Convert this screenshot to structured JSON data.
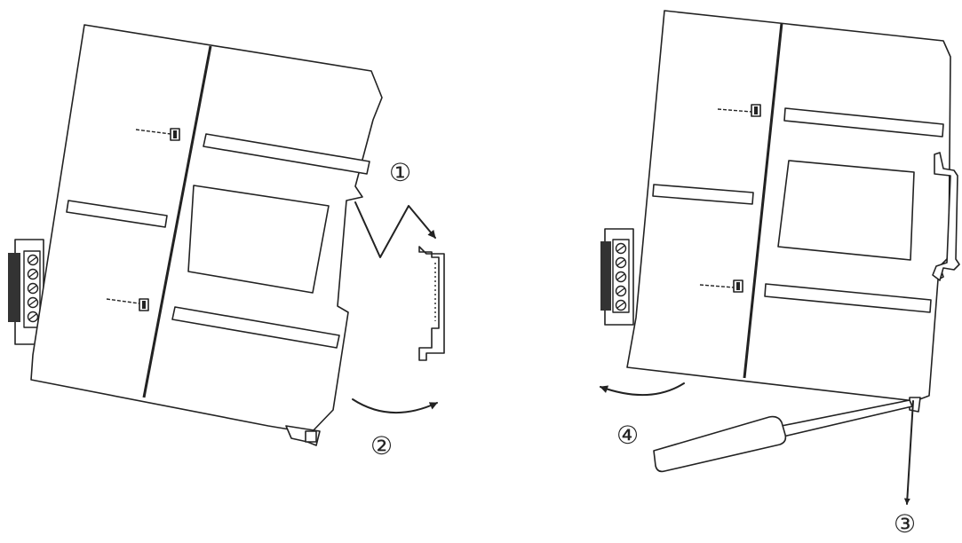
{
  "figure": {
    "steps": [
      {
        "id": "step1",
        "label": "①"
      },
      {
        "id": "step2",
        "label": "②"
      },
      {
        "id": "step3",
        "label": "③"
      },
      {
        "id": "step4",
        "label": "④"
      }
    ]
  }
}
